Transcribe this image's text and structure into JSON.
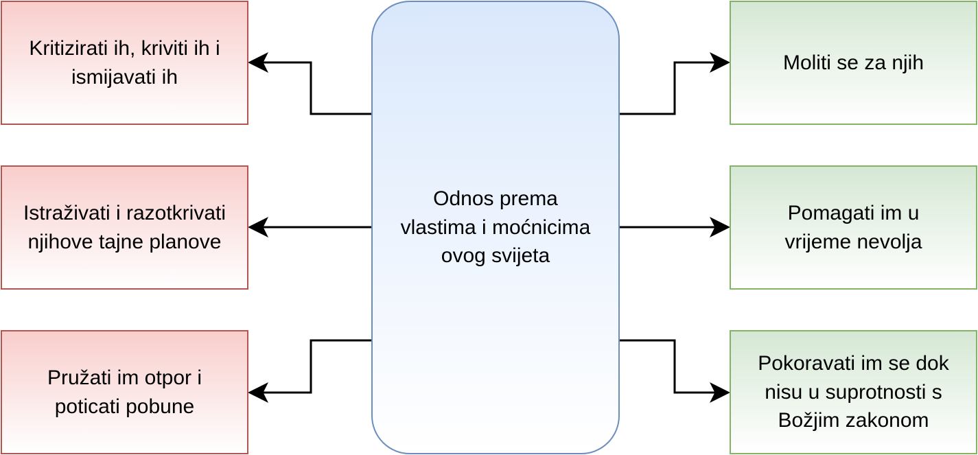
{
  "center": {
    "label": "Odnos prema\nvlastima i moćnicima\novog svijeta"
  },
  "left": [
    {
      "label": "Kritizirati ih, kriviti ih i\nismijavati ih"
    },
    {
      "label": "Istraživati i razotkrivati\nnjihove tajne planove"
    },
    {
      "label": "Pružati im otpor i\npoticati pobune"
    }
  ],
  "right": [
    {
      "label": "Moliti se za njih"
    },
    {
      "label": "Pomagati im u\nvrijeme nevolja"
    },
    {
      "label": "Pokoravati im se dok\nnisu u suprotnosti s\nBožjim zakonom"
    }
  ],
  "colors": {
    "negative_fill": "#f8cecc",
    "negative_border": "#b85450",
    "positive_fill": "#d5e8d4",
    "positive_border": "#82b366",
    "center_fill": "#dae8fc",
    "center_border": "#6c8ebf",
    "arrow": "#000000"
  }
}
